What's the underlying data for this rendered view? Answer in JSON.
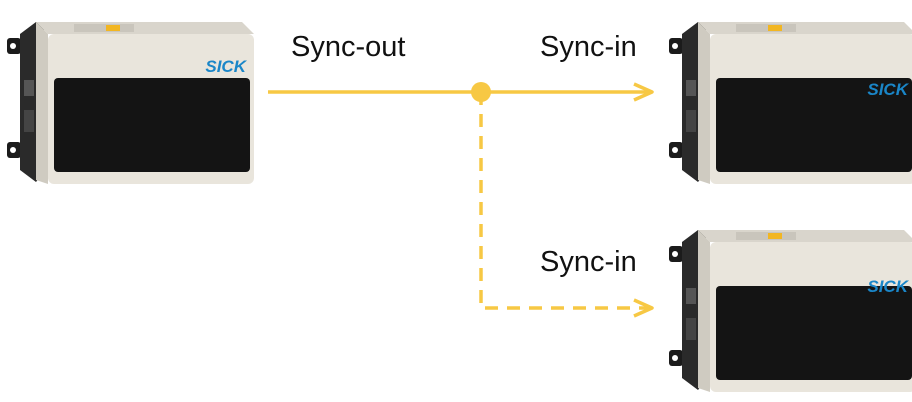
{
  "labels": {
    "sync_out": "Sync-out",
    "sync_in_top": "Sync-in",
    "sync_in_bottom": "Sync-in"
  },
  "devices": [
    {
      "role": "master",
      "brand": "SICK"
    },
    {
      "role": "slave",
      "brand": "SICK"
    },
    {
      "role": "slave",
      "brand": "SICK"
    }
  ],
  "connections": [
    {
      "from": "master",
      "to": "slave-top",
      "style": "solid"
    },
    {
      "from": "master",
      "to": "slave-bottom",
      "style": "dashed"
    }
  ],
  "colors": {
    "signal": "#f7c844",
    "housing": "#e9e5dc",
    "housing_shade": "#cfcbc1",
    "window": "#141414",
    "brand": "#1a86c8",
    "badge": "#f2b622"
  }
}
